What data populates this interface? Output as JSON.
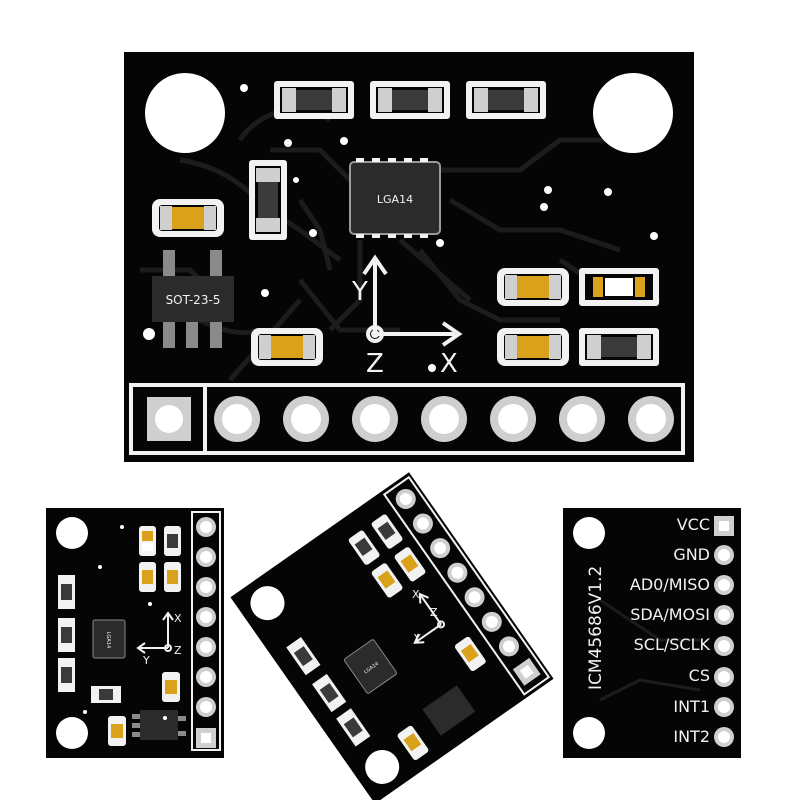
{
  "main_board": {
    "chip_label": "LGA14",
    "regulator_label": "SOT-23-5",
    "axis_x": "X",
    "axis_y": "Y",
    "axis_z": "Z",
    "pin_count": 8
  },
  "left_view": {
    "chip_label": "LGA14",
    "axis_x": "X",
    "axis_y": "Y",
    "axis_z": "Z"
  },
  "rotated_view": {
    "chip_label": "LGA14",
    "axis_x": "X",
    "axis_y": "Y",
    "axis_z": "Z"
  },
  "back_view": {
    "version_label": "ICM45686V1.2",
    "pins": [
      "VCC",
      "GND",
      "AD0/MISO",
      "SDA/MOSI",
      "SCL/SCLK",
      "CS",
      "INT1",
      "INT2"
    ]
  },
  "colors": {
    "pcb": "#050505",
    "silkscreen": "#f2f2f2",
    "pad_gold": "#d9a21a",
    "component_gray": "#3a3a3a",
    "chip": "#2b2b2b",
    "trace": "#1c1c1c"
  }
}
